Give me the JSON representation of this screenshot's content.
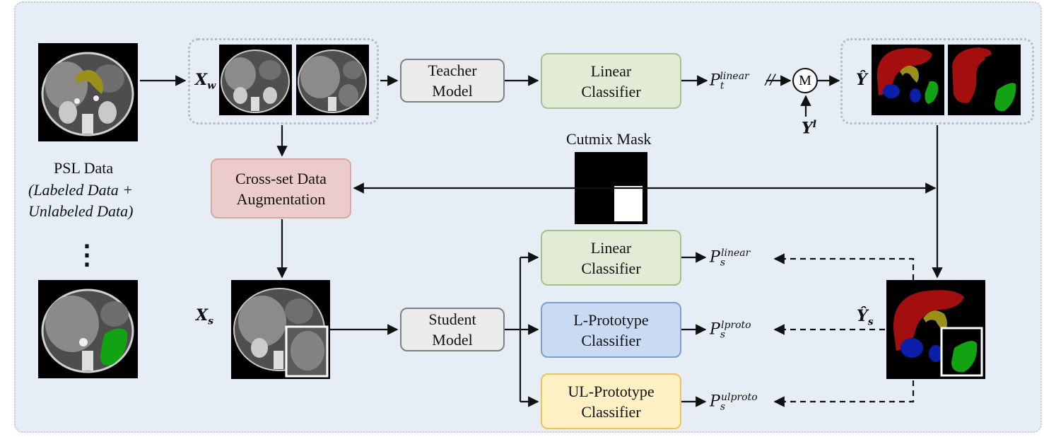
{
  "psl_data": {
    "title": "PSL Data",
    "line2": "(Labeled Data +",
    "line3": "Unlabeled Data)",
    "ellipsis": "⋮"
  },
  "labels": {
    "x_w_base": "X",
    "x_w_sub": "w",
    "x_s_base": "X",
    "x_s_sub": "s",
    "y_hat": "Ŷ",
    "y_hat_s_base": "Ŷ",
    "y_hat_s_sub": "s",
    "y_l_base": "Y",
    "y_l_sup": "l",
    "cutmix": "Cutmix Mask",
    "stop_grad": "//",
    "merge": "M"
  },
  "boxes": {
    "teacher": [
      "Teacher",
      "Model"
    ],
    "linear_top": [
      "Linear",
      "Classifier"
    ],
    "augmentation": [
      "Cross-set Data",
      "Augmentation"
    ],
    "student": [
      "Student",
      "Model"
    ],
    "linear_bottom": [
      "Linear",
      "Classifier"
    ],
    "l_proto": [
      "L-Prototype",
      "Classifier"
    ],
    "ul_proto": [
      "UL-Prototype",
      "Classifier"
    ]
  },
  "predictions": {
    "teacher_linear": {
      "base": "P",
      "sub": "t",
      "sup": "linear"
    },
    "student_linear": {
      "base": "P",
      "sub": "s",
      "sup": "linear"
    },
    "student_lproto": {
      "base": "P",
      "sub": "s",
      "sup": "lproto"
    },
    "student_ulproto": {
      "base": "P",
      "sub": "s",
      "sup": "ulproto"
    }
  },
  "colors": {
    "panel_bg": "#e6edf5",
    "seg_red": "#a30f0f",
    "seg_yellow": "#9a8f19",
    "seg_blue": "#0b1fa8",
    "seg_green": "#12a312",
    "teacher_fill": "#ebebeb",
    "linear_fill": "#e2ebd5",
    "augmentation_fill": "#ecccca",
    "lproto_fill": "#c9daf2",
    "ulproto_fill": "#fff0c4"
  }
}
